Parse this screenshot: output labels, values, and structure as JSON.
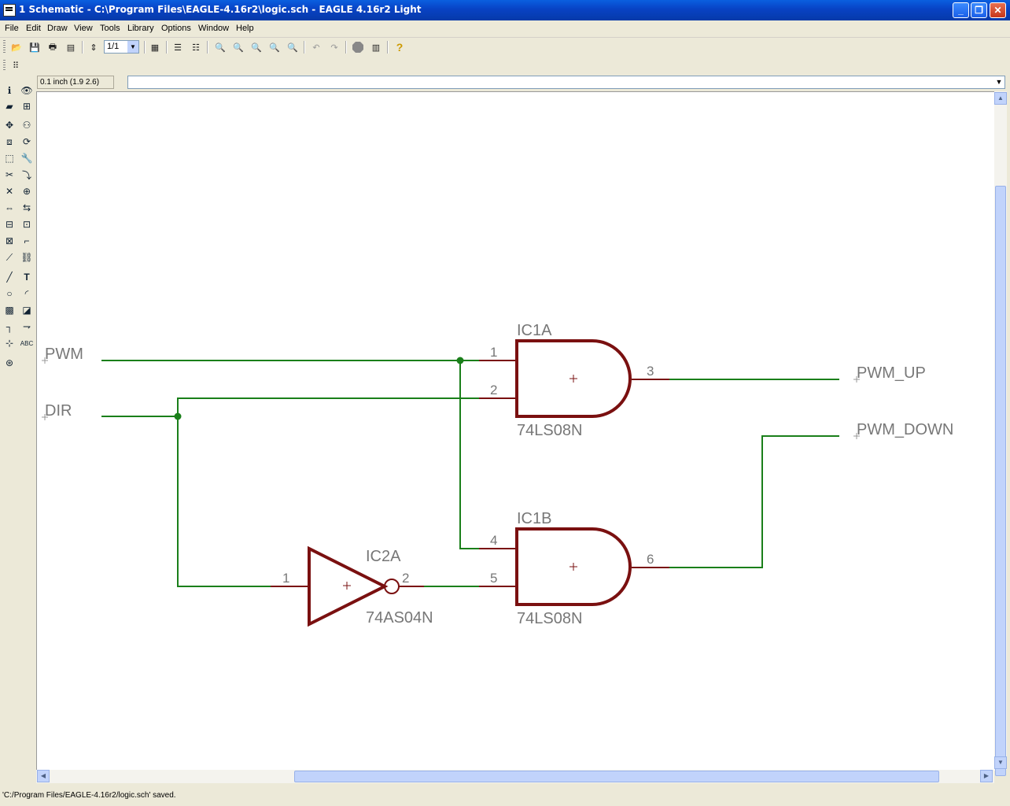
{
  "window": {
    "title": "1 Schematic - C:\\Program Files\\EAGLE-4.16r2\\logic.sch - EAGLE 4.16r2 Light"
  },
  "menu": [
    "File",
    "Edit",
    "Draw",
    "View",
    "Tools",
    "Library",
    "Options",
    "Window",
    "Help"
  ],
  "toolbar": {
    "zoom_select": "1/1"
  },
  "coord": {
    "display": "0.1 inch (1.9 2.6)"
  },
  "command": {
    "value": ""
  },
  "schematic": {
    "nets": {
      "pwm": "PWM",
      "dir": "DIR",
      "pwm_up": "PWM_UP",
      "pwm_down": "PWM_DOWN"
    },
    "ic1a": {
      "name": "IC1A",
      "value": "74LS08N",
      "pin1": "1",
      "pin2": "2",
      "pin3": "3"
    },
    "ic1b": {
      "name": "IC1B",
      "value": "74LS08N",
      "pin4": "4",
      "pin5": "5",
      "pin6": "6"
    },
    "ic2a": {
      "name": "IC2A",
      "value": "74AS04N",
      "pin1": "1",
      "pin2": "2"
    },
    "colors": {
      "wire": "#1a7f1a",
      "symbol": "#7a1010",
      "label": "#777777"
    }
  },
  "status": {
    "message": "'C:/Program Files/EAGLE-4.16r2/logic.sch' saved."
  }
}
